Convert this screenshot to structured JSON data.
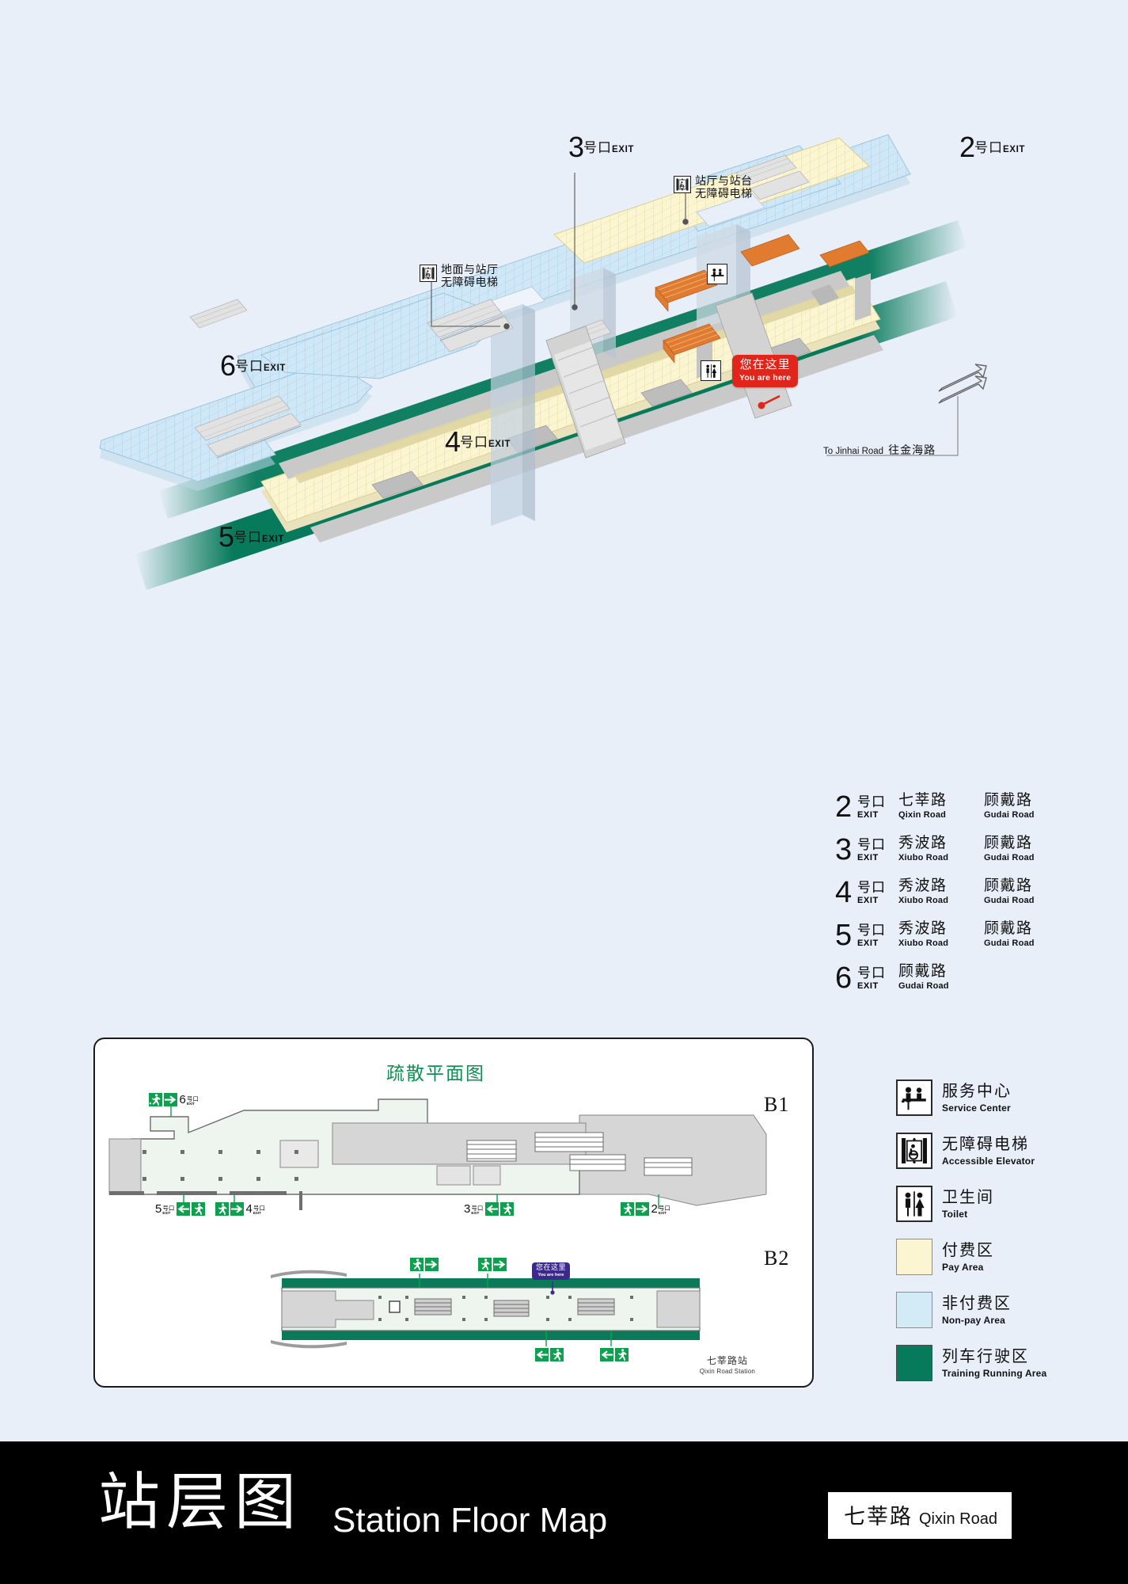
{
  "page": {
    "background": "#e8eff9",
    "title_cn": "站层图",
    "title_en": "Station Floor Map",
    "station_cn": "七莘路",
    "station_en": "Qixin Road"
  },
  "iso": {
    "exits": [
      {
        "id": "3",
        "cn": "号口",
        "en": "EXIT"
      },
      {
        "id": "2",
        "cn": "号口",
        "en": "EXIT"
      },
      {
        "id": "6",
        "cn": "号口",
        "en": "EXIT"
      },
      {
        "id": "4",
        "cn": "号口",
        "en": "EXIT"
      },
      {
        "id": "5",
        "cn": "号口",
        "en": "EXIT"
      }
    ],
    "elevator_notes": [
      {
        "line1": "站厅与站台",
        "line2": "无障碍电梯",
        "icon": "accessible-elevator-icon"
      },
      {
        "line1": "地面与站厅",
        "line2": "无障碍电梯",
        "icon": "accessible-elevator-icon"
      }
    ],
    "you_are_here": {
      "cn": "您在这里",
      "en": "You are here",
      "color": "#e1251b"
    },
    "direction": {
      "en": "To Jinhai Road",
      "cn": "往金海路"
    }
  },
  "exit_list": [
    {
      "num": "2",
      "cn": "号口",
      "en": "EXIT",
      "roads": [
        {
          "cn": "七莘路",
          "en": "Qixin Road"
        },
        {
          "cn": "顾戴路",
          "en": "Gudai Road"
        }
      ]
    },
    {
      "num": "3",
      "cn": "号口",
      "en": "EXIT",
      "roads": [
        {
          "cn": "秀波路",
          "en": "Xiubo Road"
        },
        {
          "cn": "顾戴路",
          "en": "Gudai Road"
        }
      ]
    },
    {
      "num": "4",
      "cn": "号口",
      "en": "EXIT",
      "roads": [
        {
          "cn": "秀波路",
          "en": "Xiubo Road"
        },
        {
          "cn": "顾戴路",
          "en": "Gudai Road"
        }
      ]
    },
    {
      "num": "5",
      "cn": "号口",
      "en": "EXIT",
      "roads": [
        {
          "cn": "秀波路",
          "en": "Xiubo Road"
        },
        {
          "cn": "顾戴路",
          "en": "Gudai Road"
        }
      ]
    },
    {
      "num": "6",
      "cn": "号口",
      "en": "EXIT",
      "roads": [
        {
          "cn": "顾戴路",
          "en": "Gudai Road"
        }
      ]
    }
  ],
  "legend": [
    {
      "icon": "service-center-icon",
      "cn": "服务中心",
      "en": "Service Center",
      "kind": "icon"
    },
    {
      "icon": "accessible-elevator-icon",
      "cn": "无障碍电梯",
      "en": "Accessible Elevator",
      "kind": "icon"
    },
    {
      "icon": "toilet-icon",
      "cn": "卫生间",
      "en": "Toilet",
      "kind": "icon"
    },
    {
      "icon": "pay-area-swatch",
      "cn": "付费区",
      "en": "Pay Area",
      "kind": "swatch",
      "color": "#fcf5d2"
    },
    {
      "icon": "non-pay-area-swatch",
      "cn": "非付费区",
      "en": "Non-pay Area",
      "kind": "swatch",
      "color": "#d3eaf7"
    },
    {
      "icon": "train-running-area-swatch",
      "cn": "列车行驶区",
      "en": "Training Running Area",
      "kind": "swatch",
      "color": "#067a5a"
    }
  ],
  "evacuation": {
    "title": "疏散平面图",
    "title_color": "#0b9150",
    "floors": [
      {
        "label": "B1"
      },
      {
        "label": "B2"
      }
    ],
    "station_cn": "七莘路站",
    "station_en": "Qixin Road Station",
    "you_are_here": {
      "cn": "您在这里",
      "en": "You are here",
      "color": "#3b2a8c"
    },
    "b1_signs": [
      {
        "num": "6",
        "cn": "号口",
        "en": "EXIT",
        "arrow": "right"
      },
      {
        "num": "5",
        "cn": "号口",
        "en": "EXIT",
        "arrow": "left"
      },
      {
        "num": "4",
        "cn": "号口",
        "en": "EXIT",
        "arrow": "right"
      },
      {
        "num": "3",
        "cn": "号口",
        "en": "EXIT",
        "arrow": "left"
      },
      {
        "num": "2",
        "cn": "号口",
        "en": "EXIT",
        "arrow": "right"
      }
    ],
    "b2_signs": [
      {
        "arrow": "right"
      },
      {
        "arrow": "right"
      },
      {
        "arrow": "left"
      },
      {
        "arrow": "left"
      }
    ]
  },
  "colors": {
    "pay_area": "#fcf5d2",
    "non_pay_area": "#d3eaf7",
    "train_area": "#067a5a",
    "accent_red": "#e1251b",
    "evac_green": "#0e9f4f"
  }
}
